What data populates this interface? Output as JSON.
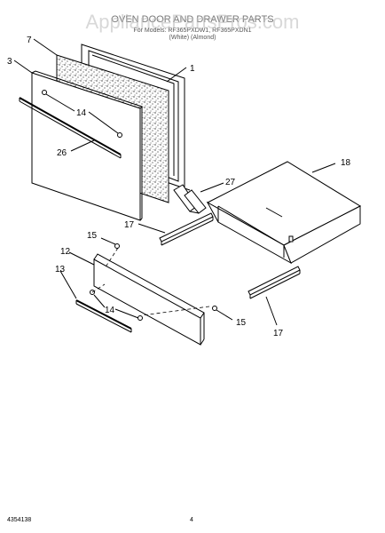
{
  "header": {
    "title": "OVEN DOOR AND DRAWER PARTS",
    "subtitle_line1": "For Models: RF365PXDW1, RF365PXDN1",
    "subtitle_line2": "(White)      (Almond)"
  },
  "watermark": "AppliancePartsPros.com",
  "callouts": {
    "c1": "1",
    "c3": "3",
    "c7": "7",
    "c14a": "14",
    "c26": "26",
    "c27": "27",
    "c18": "18",
    "c17a": "17",
    "c15a": "15",
    "c12": "12",
    "c13": "13",
    "c14b": "14",
    "c15b": "15",
    "c17b": "17"
  },
  "footer": {
    "doc_number": "4354138",
    "page_number": "4"
  }
}
